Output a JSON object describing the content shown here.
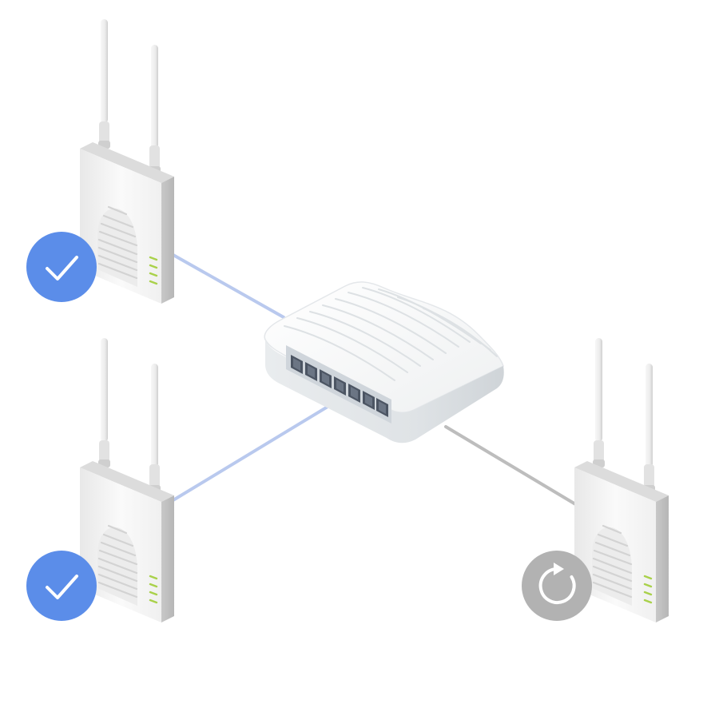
{
  "diagram": {
    "devices": [
      {
        "id": "ap-top-left",
        "kind": "access-point",
        "status": "connected",
        "status_icon": "check-icon"
      },
      {
        "id": "ap-bottom-left",
        "kind": "access-point",
        "status": "connected",
        "status_icon": "check-icon"
      },
      {
        "id": "ap-bottom-right",
        "kind": "access-point",
        "status": "updating",
        "status_icon": "refresh-icon"
      },
      {
        "id": "network-switch",
        "kind": "switch",
        "port_count": 7
      }
    ],
    "links": [
      {
        "from": "ap-top-left",
        "to": "network-switch",
        "state": "active"
      },
      {
        "from": "ap-bottom-left",
        "to": "network-switch",
        "state": "active"
      },
      {
        "from": "ap-bottom-right",
        "to": "network-switch",
        "state": "pending"
      }
    ],
    "colors": {
      "active_link": "#b9c9ee",
      "pending_link": "#bdbdbd",
      "connected_badge": "#5b8de9",
      "updating_badge": "#b2b2b2",
      "led": "#a9d14a"
    }
  }
}
